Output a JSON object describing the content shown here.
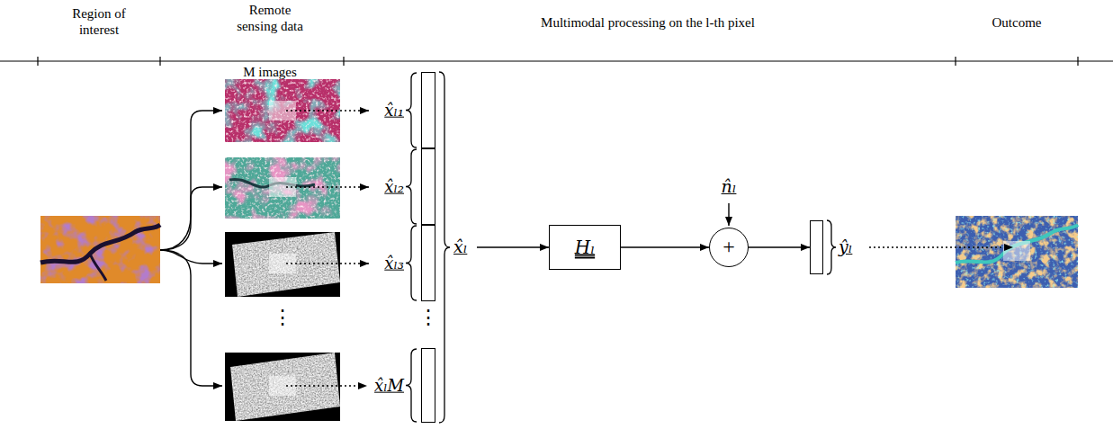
{
  "diagram": {
    "nodes": [
      {
        "text": [
          "x̂ₗ"
        ]
      },
      {
        "text": [
          "x̂ₗ₁"
        ],
        "in": 0
      },
      {
        "text": [
          "x̂ₗ₂"
        ],
        "in": 0
      },
      {
        "text": [
          "x̂ₗ₃"
        ],
        "in": 0
      },
      {
        "text": [
          "x̂ₗM"
        ],
        "in": 0
      },
      {
        "text": [
          "Hₗ"
        ]
      },
      {
        "text": [
          "+"
        ]
      },
      {
        "text": [
          "ŷₗ"
        ]
      }
    ],
    "edges": [
      {
        "from": 0,
        "to": 5,
        "arrow": "to"
      },
      {
        "from": 5,
        "to": 6,
        "arrow": "to"
      },
      {
        "from": 6,
        "to": 7,
        "arrow": "to"
      }
    ],
    "labels": [
      "Region of interest",
      "Remote sensing data",
      "Multimodal processing on the l-th pixel",
      "Outcome",
      "M images",
      "⋮",
      "⋮",
      "n̂ₗ"
    ]
  }
}
